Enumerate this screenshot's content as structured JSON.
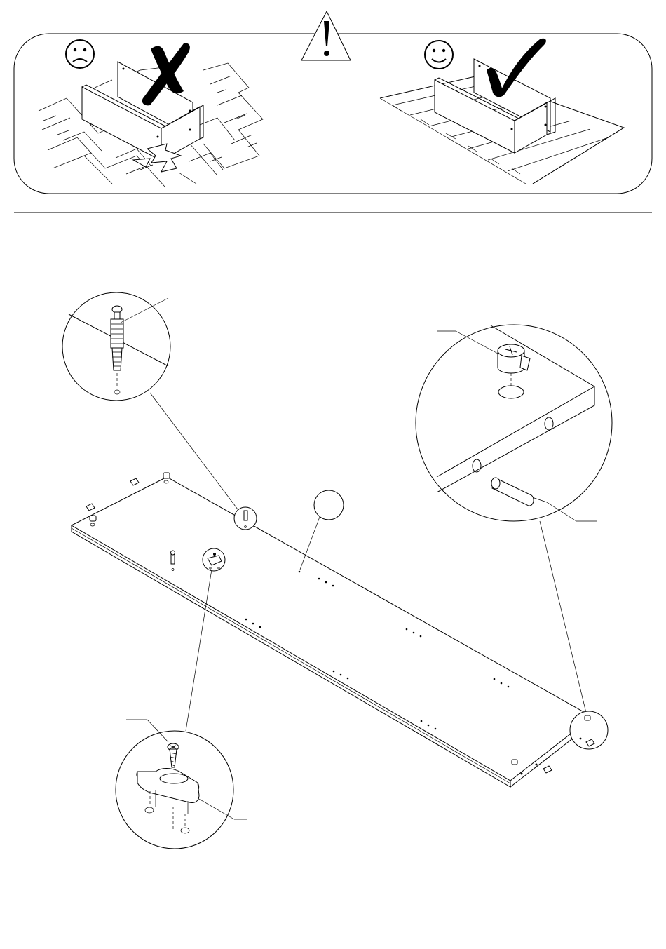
{
  "warning_banner": {
    "bad_icon": "frown-face-icon",
    "good_icon": "smile-face-icon",
    "warning_icon": "exclamation-triangle-icon",
    "cross_icon": "cross-mark-icon",
    "check_icon": "check-mark-icon",
    "warning_symbol": "!"
  },
  "step": {
    "part_callout_label": "",
    "detail_callouts": [
      {
        "name": "cam-bolt-detail",
        "icon": "cam-bolt-icon"
      },
      {
        "name": "cam-lock-detail",
        "icon": "cam-lock-icon"
      },
      {
        "name": "bracket-screw-detail",
        "icon": "bracket-screw-icon"
      }
    ]
  }
}
